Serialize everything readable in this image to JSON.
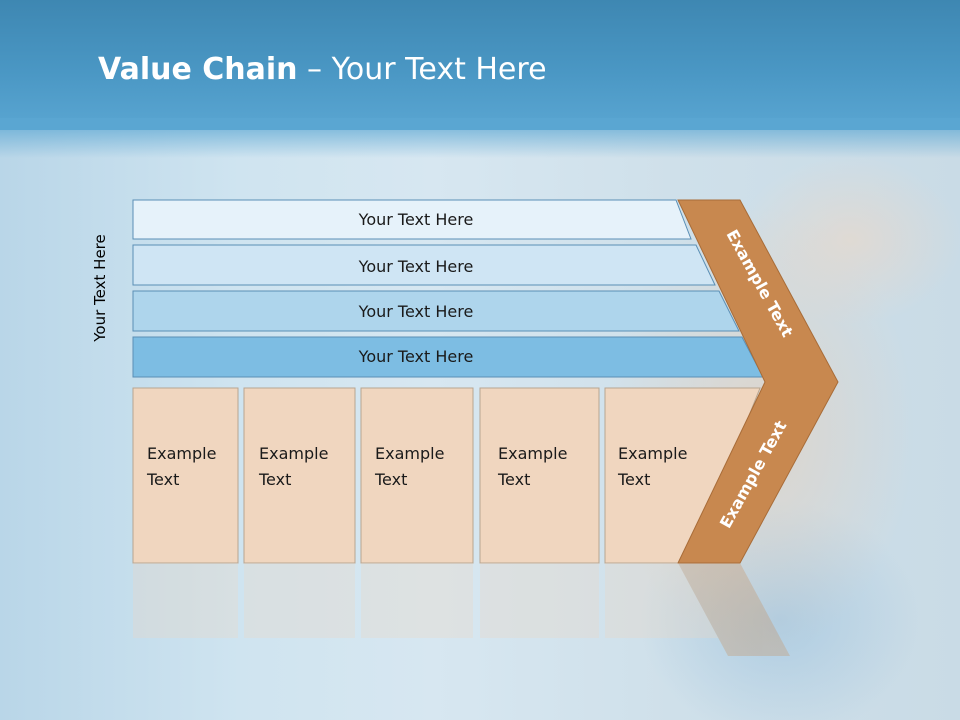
{
  "slide": {
    "title_bold": "Value Chain",
    "title_rest": " – Your Text Here",
    "vertical_label": "Your Text Here"
  },
  "support_rows": [
    {
      "label": "Your Text Here",
      "color": "#e6f2fa"
    },
    {
      "label": "Your Text Here",
      "color": "#cfe5f4"
    },
    {
      "label": "Your Text Here",
      "color": "#aed5ec"
    },
    {
      "label": "Your Text Here",
      "color": "#7dbde3"
    }
  ],
  "primary_boxes": [
    {
      "line1": "Example",
      "line2": "Text"
    },
    {
      "line1": "Example",
      "line2": "Text"
    },
    {
      "line1": "Example",
      "line2": "Text"
    },
    {
      "line1": "Example",
      "line2": "Text"
    },
    {
      "line1": "Example",
      "line2": "Text"
    }
  ],
  "arrow": {
    "top_label": "Example Text",
    "bottom_label": "Example Text",
    "color": "#c8884f"
  },
  "colors": {
    "box_fill": "#f0d6bf",
    "header": "#4a97c4"
  }
}
